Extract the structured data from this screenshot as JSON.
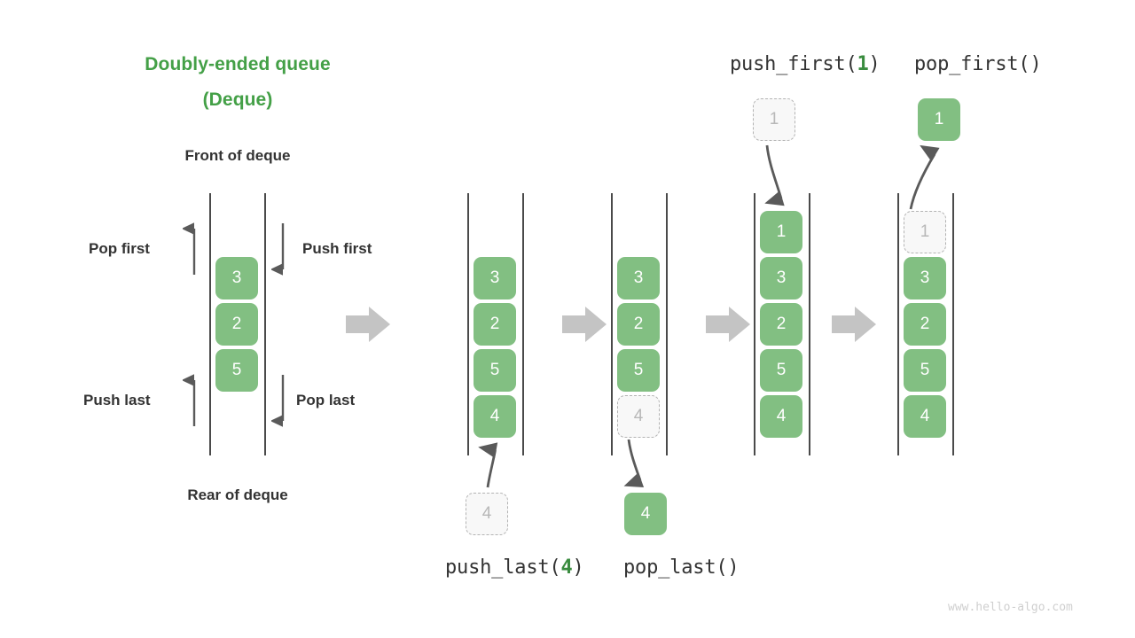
{
  "diagram": {
    "title_line1": "Doubly-ended queue",
    "title_line2": "(Deque)",
    "front_label": "Front of deque",
    "rear_label": "Rear of deque",
    "watermark": "www.hello-algo.com",
    "accent_green": "#44a047",
    "box_green": "#82bf82",
    "ghost_gray": "#b8b8b8",
    "arrow_gray": "#5a5a5a",
    "flow_arrow_gray": "#c4c4c4"
  },
  "operations": {
    "pop_first": "Pop first",
    "push_first": "Push first",
    "push_last": "Push last",
    "pop_last": "Pop last"
  },
  "top_labels": {
    "push_first_prefix": "push_first(",
    "push_first_arg": "1",
    "push_first_suffix": ")",
    "pop_first": "pop_first()"
  },
  "bottom_labels": {
    "push_last_prefix": "push_last(",
    "push_last_arg": "4",
    "push_last_suffix": ")",
    "pop_last": "pop_last()"
  },
  "panels": [
    {
      "name": "initial-deque",
      "stack": [
        {
          "value": "3",
          "state": "solid"
        },
        {
          "value": "2",
          "state": "solid"
        },
        {
          "value": "5",
          "state": "solid"
        }
      ],
      "floating": []
    },
    {
      "name": "after-push-last",
      "stack": [
        {
          "value": "3",
          "state": "solid"
        },
        {
          "value": "2",
          "state": "solid"
        },
        {
          "value": "5",
          "state": "solid"
        },
        {
          "value": "4",
          "state": "solid"
        }
      ],
      "floating": [
        {
          "value": "4",
          "state": "ghost",
          "position": "below"
        }
      ]
    },
    {
      "name": "after-pop-last",
      "stack": [
        {
          "value": "3",
          "state": "solid"
        },
        {
          "value": "2",
          "state": "solid"
        },
        {
          "value": "5",
          "state": "solid"
        },
        {
          "value": "4",
          "state": "ghost"
        }
      ],
      "floating": [
        {
          "value": "4",
          "state": "solid",
          "position": "below"
        }
      ]
    },
    {
      "name": "after-push-first",
      "stack": [
        {
          "value": "1",
          "state": "solid"
        },
        {
          "value": "3",
          "state": "solid"
        },
        {
          "value": "2",
          "state": "solid"
        },
        {
          "value": "5",
          "state": "solid"
        },
        {
          "value": "4",
          "state": "solid"
        }
      ],
      "floating": [
        {
          "value": "1",
          "state": "ghost",
          "position": "above"
        }
      ]
    },
    {
      "name": "after-pop-first",
      "stack": [
        {
          "value": "1",
          "state": "ghost"
        },
        {
          "value": "3",
          "state": "solid"
        },
        {
          "value": "2",
          "state": "solid"
        },
        {
          "value": "5",
          "state": "solid"
        },
        {
          "value": "4",
          "state": "solid"
        }
      ],
      "floating": [
        {
          "value": "1",
          "state": "solid",
          "position": "above"
        }
      ]
    }
  ]
}
